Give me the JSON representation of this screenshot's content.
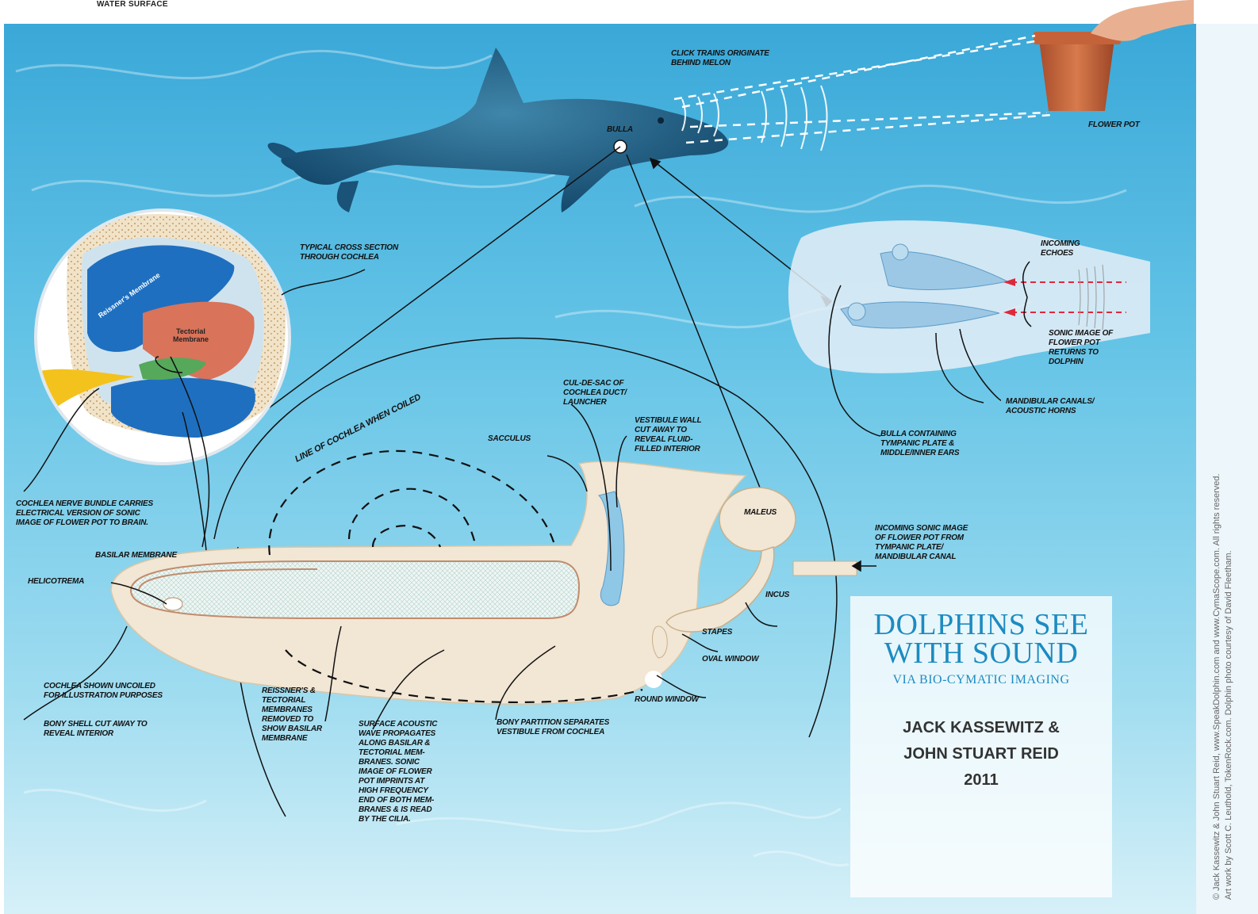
{
  "header": {
    "top_label": "WATER SURFACE"
  },
  "labels": {
    "click_trains": "CLICK TRAINS ORIGINATE\nBEHIND MELON",
    "bulla": "BULLA",
    "flower_pot": "FLOWER POT",
    "typical_cross_section": "TYPICAL CROSS SECTION\nTHROUGH COCHLEA",
    "incoming_echoes": "INCOMING\nECHOES",
    "sonic_image": "SONIC IMAGE OF\nFLOWER POT\nRETURNS TO\nDOLPHIN",
    "mandibular_canals": "MANDIBULAR CANALS/\nACOUSTIC HORNS",
    "bulla_containing": "BULLA CONTAINING\nTYMPANIC PLATE &\nMIDDLE/INNER EARS",
    "cul_de_sac": "CUL-DE-SAC OF\nCOCHLEA DUCT/\nLAUNCHER",
    "vestibule_wall": "VESTIBULE WALL\nCUT AWAY TO\nREVEAL FLUID-\nFILLED INTERIOR",
    "sacculus": "SACCULUS",
    "line_of_cochlea": "LINE OF COCHLEA WHEN COILED",
    "cochlea_nerve": "COCHLEA NERVE BUNDLE CARRIES\nELECTRICAL VERSION OF SONIC\nIMAGE OF FLOWER POT TO BRAIN.",
    "basilar_membrane": "BASILAR MEMBRANE",
    "helicotrema": "HELICOTREMA",
    "maleus": "MALEUS",
    "incoming_sonic_image": "INCOMING SONIC IMAGE\nOF FLOWER POT FROM\nTYMPANIC PLATE/\nMANDIBULAR CANAL",
    "incus": "INCUS",
    "stapes": "STAPES",
    "oval_window": "OVAL WINDOW",
    "round_window": "ROUND WINDOW",
    "cochlea_uncoiled": "COCHLEA SHOWN UNCOILED\nFOR ILLUSTRATION PURPOSES",
    "bony_shell": "BONY SHELL CUT AWAY TO\nREVEAL INTERIOR",
    "reissners": "REISSNER'S &\nTECTORIAL\nMEMBRANES\nREMOVED TO\nSHOW BASILAR\nMEMBRANE",
    "surface_acoustic": "SURFACE ACOUSTIC\nWAVE PROPAGATES\nALONG BASILAR &\nTECTORIAL MEM-\nBRANES. SONIC\nIMAGE OF FLOWER\nPOT IMPRINTS AT\nHIGH FREQUENCY\nEND OF BOTH MEM-\nBRANES & IS READ\nBY THE CILIA.",
    "bony_partition": "BONY PARTITION SEPARATES\nVESTIBULE FROM COCHLEA",
    "reissners_membrane": "Reissner's Membrane",
    "tectorial_membrane": "Tectorial\nMembrane"
  },
  "title": {
    "main": "DOLPHINS SEE\nWITH SOUND",
    "sub": "VIA BIO-CYMATIC IMAGING",
    "authors": "JACK KASSEWITZ &\nJOHN STUART REID\n2011"
  },
  "credits": {
    "line1": "© Jack Kassewitz & John Stuart Reid, www.SpeakDolphin.com and www.CymaScope.com. All rights reserved.",
    "line2": "Art work by Scott C. Leuthold, TokenRock.com. Dolphin photo courtesy of David Fleetham."
  },
  "colors": {
    "water_light": "#bfe6f3",
    "water_mid": "#5fbfe0",
    "water_deep": "#1f8fc7",
    "dolphin": "#1f5f86",
    "pot": "#c8643b",
    "title_blue": "#1d8bc1",
    "cochlea_bone": "#f2e6d4",
    "cochlea_blue": "#1e6fc0",
    "tectorial": "#d9735a",
    "nerve_yellow": "#f4c21c",
    "echo_red": "#e0283c"
  }
}
